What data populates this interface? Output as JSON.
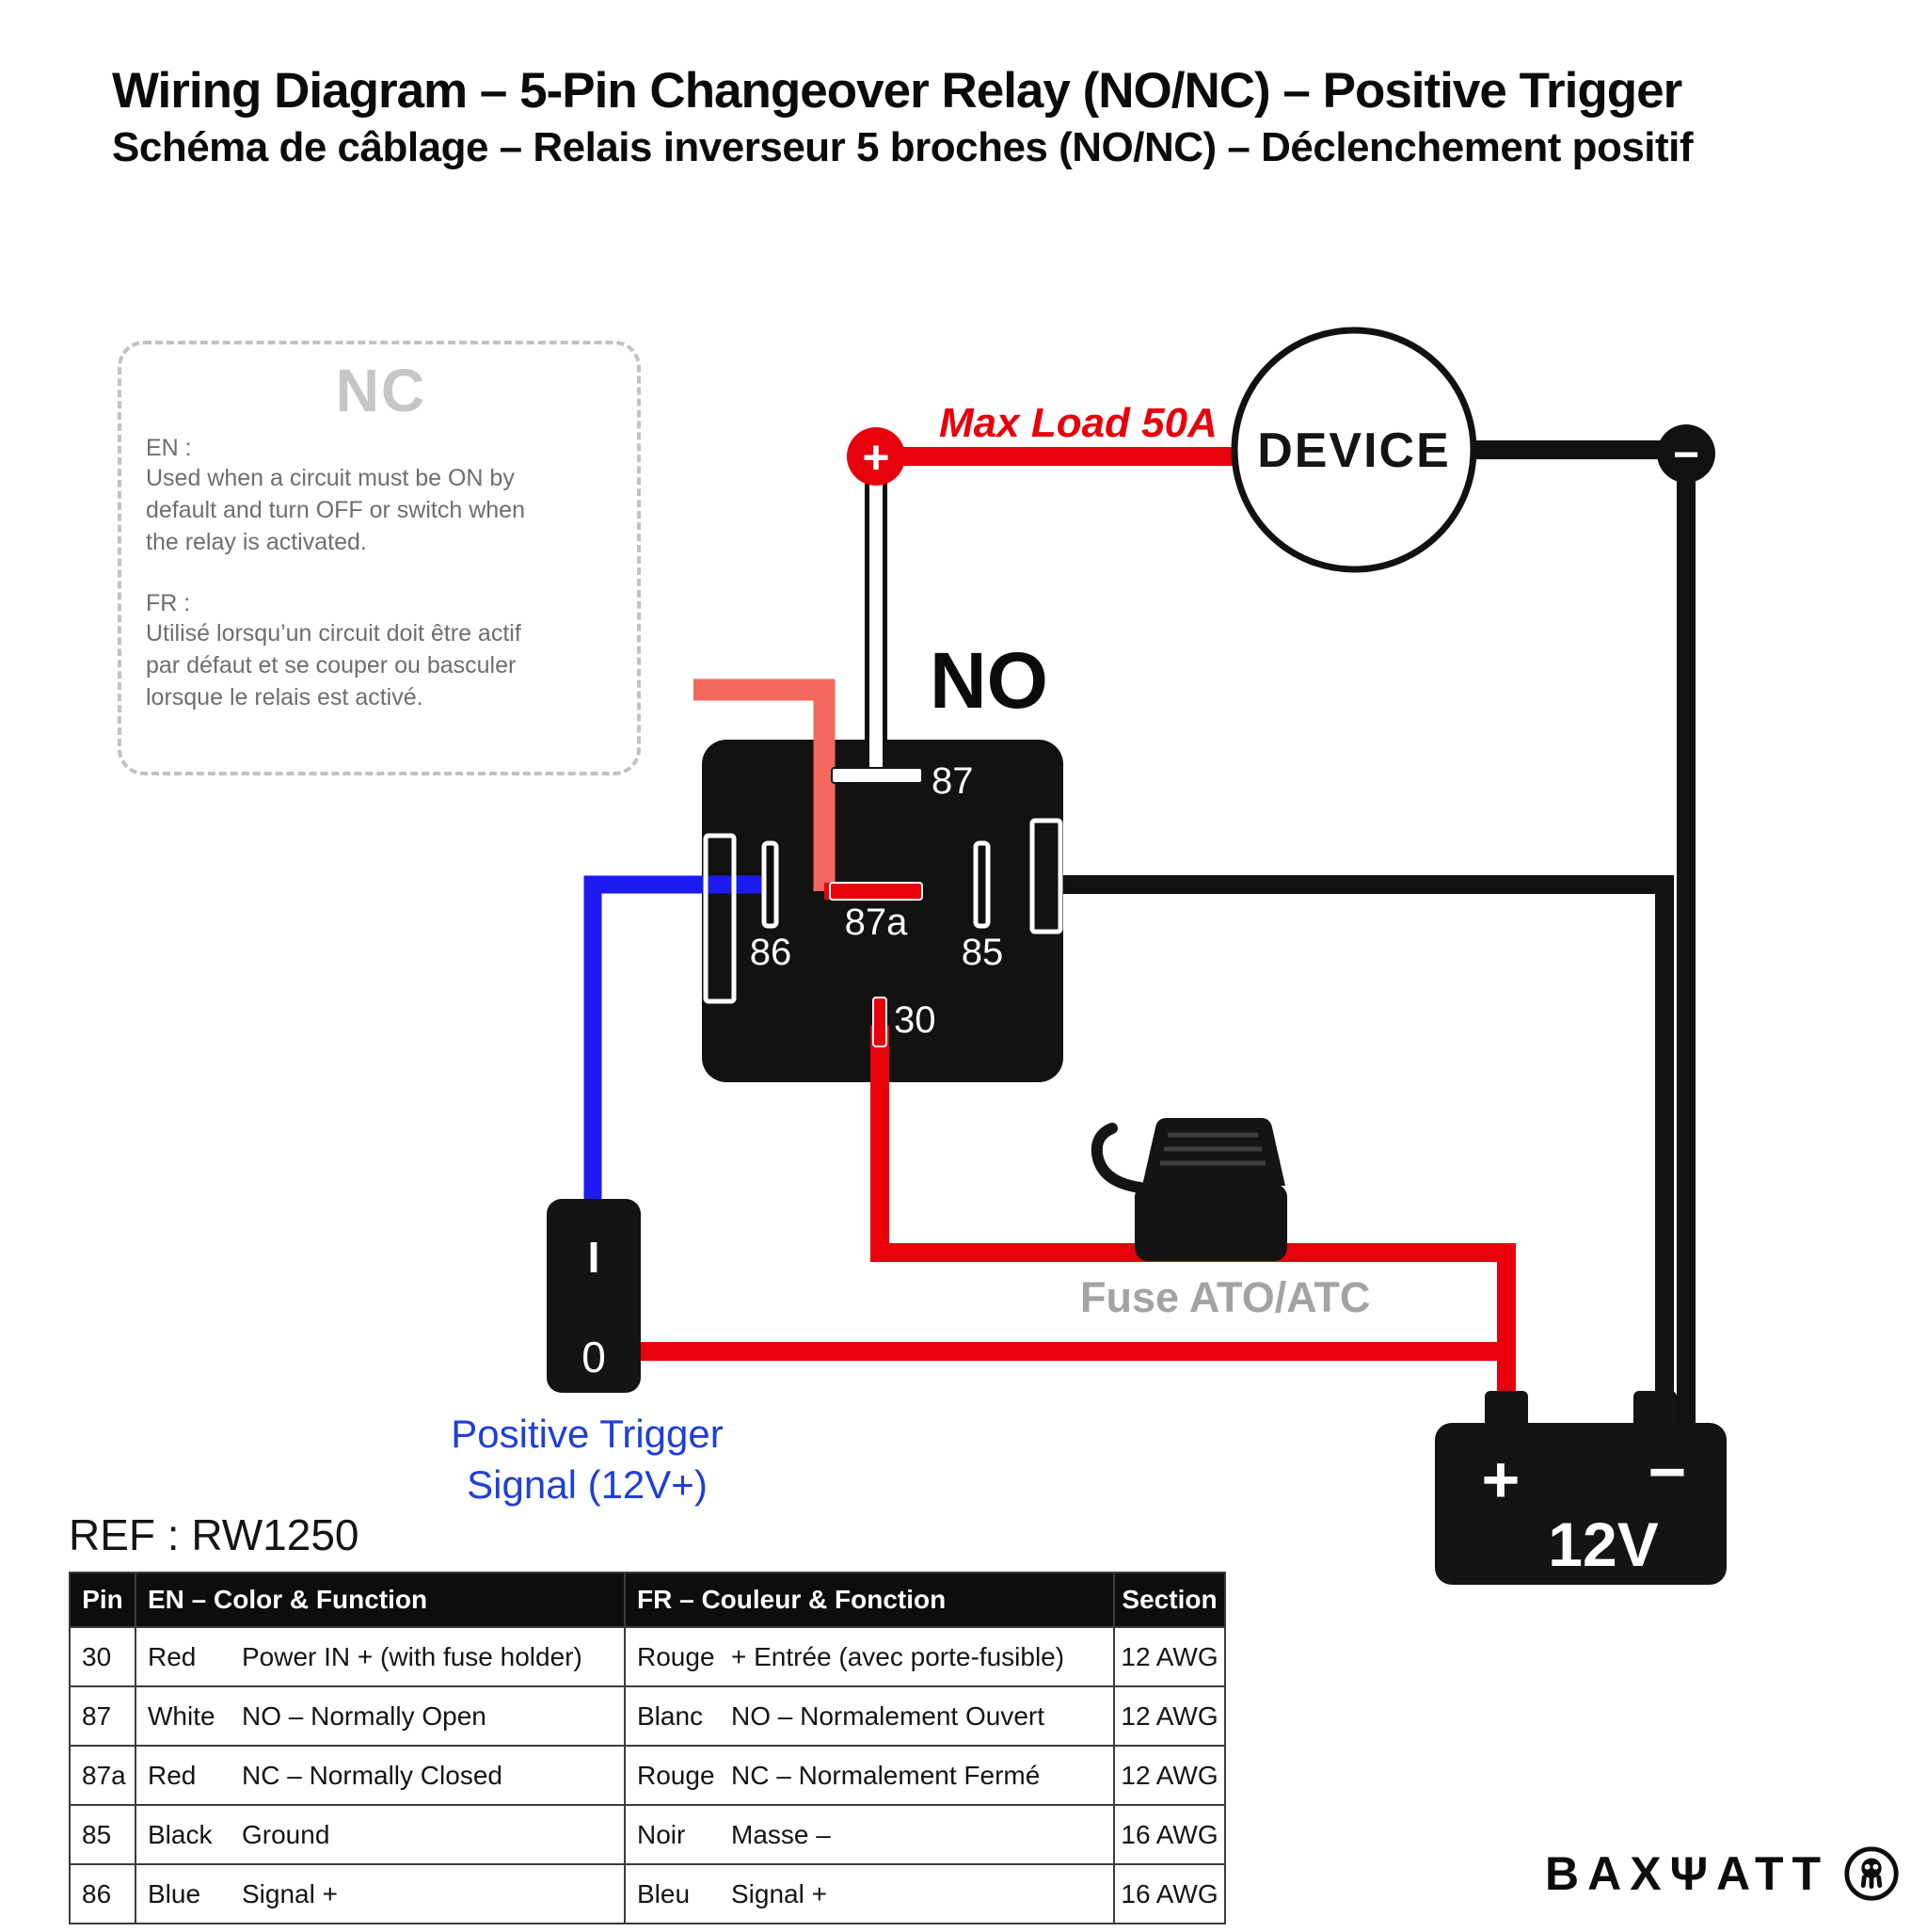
{
  "header": {
    "title_en": "Wiring Diagram – 5-Pin Changeover Relay (NO/NC) – Positive Trigger",
    "title_fr": "Schéma de câblage – Relais inverseur 5 broches (NO/NC) – Déclenchement positif"
  },
  "nc_note": {
    "heading": "NC",
    "en_label": "EN :",
    "en_lines": [
      "Used when a circuit must be ON by",
      "default and turn OFF or switch when",
      "the relay is activated."
    ],
    "fr_label": "FR :",
    "fr_lines": [
      "Utilisé lorsqu’un circuit doit être actif",
      "par défaut et se couper ou basculer",
      "lorsque le relais est activé."
    ]
  },
  "diagram": {
    "max_load_label": "Max Load 50A",
    "device_label": "DEVICE",
    "plus_terminal": "+",
    "minus_terminal": "−",
    "no_label": "NO",
    "pins": {
      "p87": "87",
      "p87a": "87a",
      "p86": "86",
      "p85": "85",
      "p30": "30"
    },
    "switch": {
      "on": "I",
      "off": "0"
    },
    "trigger_label_line1": "Positive Trigger",
    "trigger_label_line2": "Signal (12V+)",
    "fuse_label": "Fuse ATO/ATC",
    "battery": {
      "plus": "+",
      "minus": "−",
      "voltage": "12V"
    }
  },
  "ref_label": "REF : RW1250",
  "table": {
    "headers": [
      "Pin",
      "EN – Color & Function",
      "FR – Couleur & Fonction",
      "Section"
    ],
    "rows": [
      {
        "pin": "30",
        "en_color": "Red",
        "en_func": "Power IN + (with fuse holder)",
        "fr_color": "Rouge",
        "fr_func": "+ Entrée (avec porte-fusible)",
        "section": "12 AWG"
      },
      {
        "pin": "87",
        "en_color": "White",
        "en_func": "NO – Normally Open",
        "fr_color": "Blanc",
        "fr_func": "NO – Normalement Ouvert",
        "section": "12 AWG"
      },
      {
        "pin": "87a",
        "en_color": "Red",
        "en_func": "NC – Normally Closed",
        "fr_color": "Rouge",
        "fr_func": "NC – Normalement Fermé",
        "section": "12 AWG"
      },
      {
        "pin": "85",
        "en_color": "Black",
        "en_func": "Ground",
        "fr_color": "Noir",
        "fr_func": "Masse –",
        "section": "16 AWG"
      },
      {
        "pin": "86",
        "en_color": "Blue",
        "en_func": "Signal +",
        "fr_color": "Bleu",
        "fr_func": "Signal +",
        "section": "16 AWG"
      }
    ]
  },
  "brand": {
    "name": "ΒΑΧΨΑΤΤ"
  },
  "colors": {
    "wire_red": "#e8000b",
    "wire_nc_red": "#f4675d",
    "wire_blue": "#1b1bf0",
    "wire_black": "#111111",
    "trigger_text_blue": "#1f3fd8",
    "component_black": "#141414"
  }
}
